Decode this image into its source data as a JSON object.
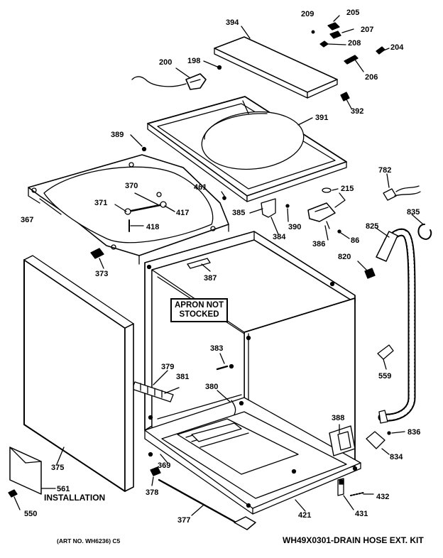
{
  "parts": {
    "p394": "394",
    "p209": "209",
    "p205": "205",
    "p207": "207",
    "p208": "208",
    "p204": "204",
    "p206": "206",
    "p198": "198",
    "p200": "200",
    "p392": "392",
    "p391": "391",
    "p389": "389",
    "p782": "782",
    "p461": "461",
    "p215": "215",
    "p370": "370",
    "p371": "371",
    "p417": "417",
    "p367": "367",
    "p418": "418",
    "p385": "385",
    "p390": "390",
    "p384": "384",
    "p386": "386",
    "p86": "86",
    "p835": "835",
    "p825": "825",
    "p820": "820",
    "p373": "373",
    "p387": "387",
    "p383": "383",
    "p379": "379",
    "p381": "381",
    "p380": "380",
    "p559": "559",
    "p388": "388",
    "p836": "836",
    "p834": "834",
    "p375": "375",
    "p369": "369",
    "p378": "378",
    "p561": "561",
    "p550": "550",
    "p432": "432",
    "p377": "377",
    "p421": "421",
    "p431": "431"
  },
  "notes": {
    "apron_line1": "APRON NOT",
    "apron_line2": "STOCKED",
    "installation": "INSTALLATION",
    "art_no": "(ART NO. WH6236) C5",
    "drain_kit": "WH49X0301-DRAIN HOSE EXT. KIT"
  }
}
